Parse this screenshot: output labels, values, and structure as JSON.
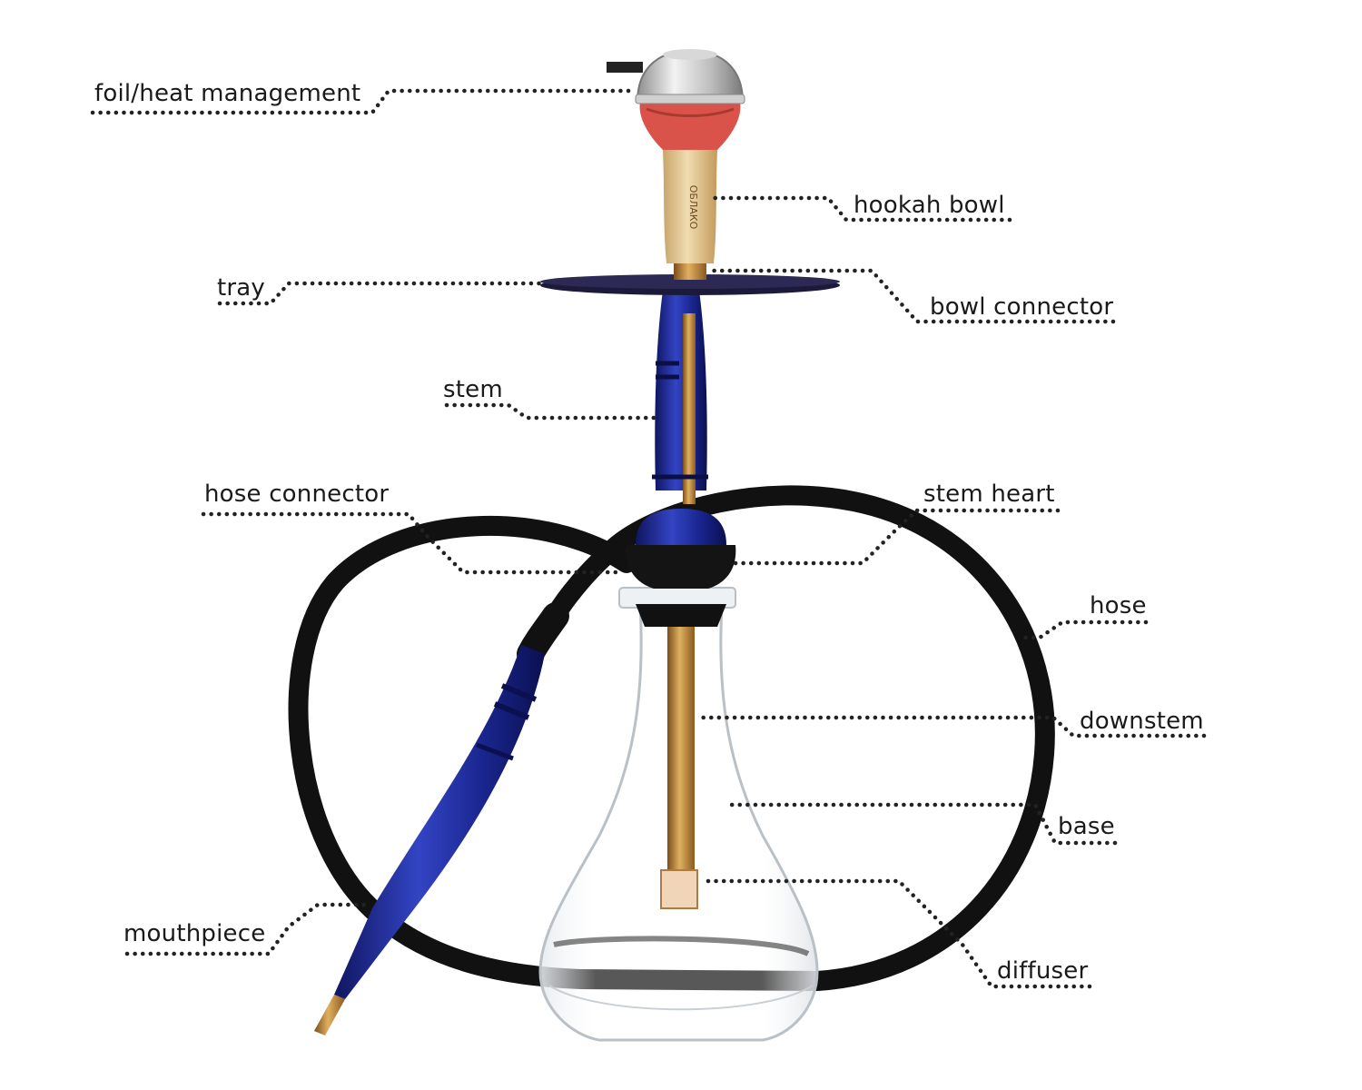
{
  "labels": {
    "foil": "foil/heat management",
    "bowl": "hookah bowl",
    "tray": "tray",
    "bowl_connector": "bowl connector",
    "stem": "stem",
    "hose_connector": "hose connector",
    "stem_heart": "stem heart",
    "hose": "hose",
    "downstem": "downstem",
    "base": "base",
    "mouthpiece": "mouthpiece",
    "diffuser": "diffuser"
  },
  "colors": {
    "stem_blue": "#1c2a8c",
    "bowl_red": "#d9534a",
    "wood": "#e3c48f",
    "gold": "#c9953a",
    "hose_black": "#111111",
    "leader_line": "#222222"
  }
}
